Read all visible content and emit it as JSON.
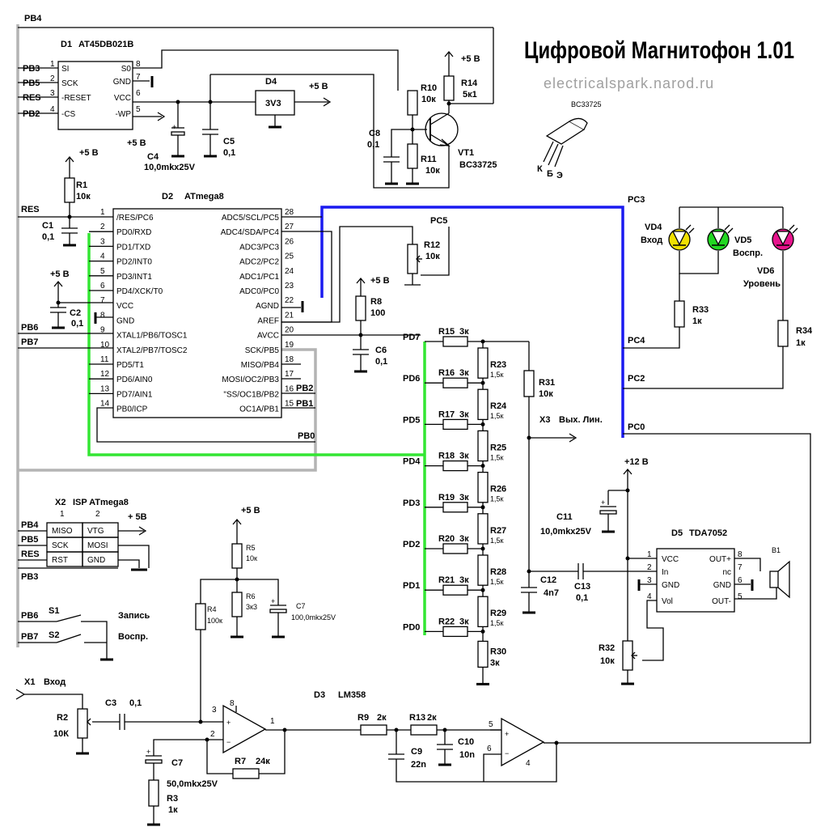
{
  "title": "Цифровой Магнитофон 1.01",
  "website": "electricalspark.narod.ru",
  "nets": {
    "pb4": "PB4",
    "pb3": "PB3",
    "pb5": "PB5",
    "res": "RES",
    "pb2": "PB2",
    "pb6": "PB6",
    "pb7": "PB7",
    "pb0": "PB0",
    "pb1": "PB1",
    "pc0": "PC0",
    "pc2": "PC2",
    "pc3": "PC3",
    "pc4": "PC4",
    "pc5": "PC5",
    "pd0": "PD0",
    "pd1": "PD1",
    "pd2": "PD2",
    "pd3": "PD3",
    "pd4": "PD4",
    "pd5": "PD5",
    "pd6": "PD6",
    "pd7": "PD7",
    "vcc5": "+5 В",
    "vcc5b": "+ 5В",
    "vcc12": "+12 В"
  },
  "d1": {
    "name": "D1",
    "part": "AT45DB021B",
    "left_pins": [
      {
        "num": "1",
        "label": "SI"
      },
      {
        "num": "2",
        "label": "SCK"
      },
      {
        "num": "3",
        "label": "-RESET"
      },
      {
        "num": "4",
        "label": "-CS"
      }
    ],
    "right_pins": [
      {
        "num": "8",
        "label": "S0"
      },
      {
        "num": "7",
        "label": "GND"
      },
      {
        "num": "6",
        "label": "VCC"
      },
      {
        "num": "5",
        "label": "-WP"
      }
    ]
  },
  "d4": {
    "name": "D4",
    "part": "3V3"
  },
  "d2": {
    "name": "D2",
    "part": "ATmega8",
    "left_pins": [
      {
        "num": "1",
        "label": "/RES/PC6"
      },
      {
        "num": "2",
        "label": "PD0/RXD"
      },
      {
        "num": "3",
        "label": "PD1/TXD"
      },
      {
        "num": "4",
        "label": "PD2/INT0"
      },
      {
        "num": "5",
        "label": "PD3/INT1"
      },
      {
        "num": "6",
        "label": "PD4/XCK/T0"
      },
      {
        "num": "7",
        "label": "VCC"
      },
      {
        "num": "8",
        "label": "GND"
      },
      {
        "num": "9",
        "label": "XTAL1/PB6/TOSC1"
      },
      {
        "num": "10",
        "label": "XTAL2/PB7/TOSC2"
      },
      {
        "num": "11",
        "label": "PD5/T1"
      },
      {
        "num": "12",
        "label": "PD6/AIN0"
      },
      {
        "num": "13",
        "label": "PD7/AIN1"
      },
      {
        "num": "14",
        "label": "PB0/ICP"
      }
    ],
    "right_pins": [
      {
        "num": "28",
        "label": "ADC5/SCL/PC5"
      },
      {
        "num": "27",
        "label": "ADC4/SDA/PC4"
      },
      {
        "num": "26",
        "label": "ADC3/PC3"
      },
      {
        "num": "25",
        "label": "ADC2/PC2"
      },
      {
        "num": "24",
        "label": "ADC1/PC1"
      },
      {
        "num": "23",
        "label": "ADC0/PC0"
      },
      {
        "num": "22",
        "label": "AGND"
      },
      {
        "num": "21",
        "label": "AREF"
      },
      {
        "num": "20",
        "label": "AVCC"
      },
      {
        "num": "19",
        "label": "SCK/PB5"
      },
      {
        "num": "18",
        "label": "MISO/PB4"
      },
      {
        "num": "17",
        "label": "MOSI/OC2/PB3"
      },
      {
        "num": "16",
        "label": "\"SS/OC1B/PB2"
      },
      {
        "num": "15",
        "label": "OC1A/PB1"
      }
    ]
  },
  "x2": {
    "name": "X2",
    "part": "ISP ATmega8",
    "col1": "1",
    "col2": "2",
    "rows": [
      [
        "MISO",
        "VTG"
      ],
      [
        "SCK",
        "MOSI"
      ],
      [
        "RST",
        "GND"
      ]
    ]
  },
  "d5": {
    "name": "D5",
    "part": "TDA7052",
    "left_pins": [
      {
        "num": "1",
        "label": "VCC"
      },
      {
        "num": "2",
        "label": "In"
      },
      {
        "num": "3",
        "label": "GND"
      },
      {
        "num": "4",
        "label": "Vol"
      }
    ],
    "right_pins": [
      {
        "num": "8",
        "label": "OUT+"
      },
      {
        "num": "7",
        "label": "nc"
      },
      {
        "num": "6",
        "label": "GND"
      },
      {
        "num": "5",
        "label": "OUT-"
      }
    ]
  },
  "d3": {
    "name": "D3",
    "part": "LM358",
    "pins": [
      "3",
      "8",
      "2",
      "1",
      "5",
      "6",
      "4"
    ]
  },
  "resistors": {
    "r1": [
      "R1",
      "10к"
    ],
    "r2": [
      "R2",
      "10К"
    ],
    "r3": [
      "R3",
      "1к"
    ],
    "r4": [
      "R4",
      "100к"
    ],
    "r5": [
      "R5",
      "10к"
    ],
    "r6": [
      "R6",
      "3к3"
    ],
    "r7": [
      "R7",
      "24к"
    ],
    "r8": [
      "R8",
      "100"
    ],
    "r9": [
      "R9",
      "2к"
    ],
    "r10": [
      "R10",
      "10к"
    ],
    "r11": [
      "R11",
      "10к"
    ],
    "r12": [
      "R12",
      "10к"
    ],
    "r13": [
      "R13",
      "2к"
    ],
    "r14": [
      "R14",
      "5к1"
    ],
    "r15": [
      "R15",
      "3к"
    ],
    "r16": [
      "R16",
      "3к"
    ],
    "r17": [
      "R17",
      "3к"
    ],
    "r18": [
      "R18",
      "3к"
    ],
    "r19": [
      "R19",
      "3к"
    ],
    "r20": [
      "R20",
      "3к"
    ],
    "r21": [
      "R21",
      "3к"
    ],
    "r22": [
      "R22",
      "3к"
    ],
    "r23": [
      "R23",
      "1,5к"
    ],
    "r24": [
      "R24",
      "1,5к"
    ],
    "r25": [
      "R25",
      "1,5к"
    ],
    "r26": [
      "R26",
      "1,5к"
    ],
    "r27": [
      "R27",
      "1,5к"
    ],
    "r28": [
      "R28",
      "1,5к"
    ],
    "r29": [
      "R29",
      "1,5к"
    ],
    "r30": [
      "R30",
      "3к"
    ],
    "r31": [
      "R31",
      "10к"
    ],
    "r32": [
      "R32",
      "10к"
    ],
    "r33": [
      "R33",
      "1к"
    ],
    "r34": [
      "R34",
      "1к"
    ]
  },
  "capacitors": {
    "c1": [
      "C1",
      "0,1"
    ],
    "c2": [
      "C2",
      "0,1"
    ],
    "c3": [
      "C3",
      "0,1"
    ],
    "c4": [
      "C4",
      "10,0mkx25V"
    ],
    "c5": [
      "C5",
      "0,1"
    ],
    "c6": [
      "C6",
      "0,1"
    ],
    "c7a": [
      "C7",
      "100,0mkx25V"
    ],
    "c7b": [
      "C7",
      "50,0mkx25V"
    ],
    "c8": [
      "C8",
      "0,1"
    ],
    "c9": [
      "C9",
      "22n"
    ],
    "c10": [
      "C10",
      "10n"
    ],
    "c11": [
      "C11",
      "10,0mkx25V"
    ],
    "c12": [
      "C12",
      "4n7"
    ],
    "c13": [
      "C13",
      "0,1"
    ]
  },
  "transistor": {
    "name": "VT1",
    "part": "BC33725",
    "pkg_title": "BC33725",
    "pins": [
      "К",
      "Б",
      "Э"
    ]
  },
  "leds": {
    "vd4": {
      "name": "VD4",
      "label": "Вход",
      "color": "#f0e000"
    },
    "vd5": {
      "name": "VD5",
      "label": "Воспр.",
      "color": "#22d822"
    },
    "vd6": {
      "name": "VD6",
      "label": "Уровень",
      "color": "#e6148c"
    }
  },
  "switches": {
    "s1": {
      "name": "S1",
      "label": "Запись"
    },
    "s2": {
      "name": "S2",
      "label": "Воспр."
    }
  },
  "connectors": {
    "x1": {
      "name": "X1",
      "label": "Вход"
    },
    "x3": {
      "name": "X3",
      "label": "Вых. Лин."
    },
    "b1": {
      "name": "B1"
    }
  },
  "colors": {
    "wire_gray": "#b4b4b4",
    "wire_blue": "#1a1af0",
    "wire_green": "#33e633"
  }
}
